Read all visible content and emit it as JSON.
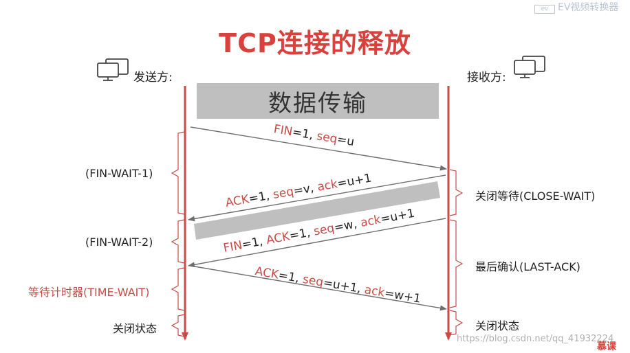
{
  "title": "TCP连接的释放",
  "sender": {
    "label": "发送方:",
    "icon": "monitor-icon"
  },
  "receiver": {
    "label": "接收方:",
    "icon": "monitor-icon"
  },
  "data_transfer": "数据传输",
  "messages": [
    {
      "id": "m1",
      "parts": [
        {
          "t": "FIN",
          "kw": true
        },
        {
          "t": "=1, "
        },
        {
          "t": "seq",
          "kw": true
        },
        {
          "t": "=u"
        }
      ]
    },
    {
      "id": "m2",
      "parts": [
        {
          "t": "ACK",
          "kw": true
        },
        {
          "t": "=1, "
        },
        {
          "t": "seq",
          "kw": true
        },
        {
          "t": "=v, "
        },
        {
          "t": "ack",
          "kw": true
        },
        {
          "t": "=u+1"
        }
      ]
    },
    {
      "id": "m3",
      "parts": [
        {
          "t": "FIN",
          "kw": true
        },
        {
          "t": "=1, "
        },
        {
          "t": "ACK",
          "kw": true
        },
        {
          "t": "=1, "
        },
        {
          "t": "seq",
          "kw": true
        },
        {
          "t": "=w, "
        },
        {
          "t": "ack",
          "kw": true
        },
        {
          "t": "=u+1"
        }
      ]
    },
    {
      "id": "m4",
      "parts": [
        {
          "t": "ACK",
          "kw": true
        },
        {
          "t": "=1, "
        },
        {
          "t": "seq",
          "kw": true
        },
        {
          "t": "=u+1, "
        },
        {
          "t": "ack",
          "kw": true
        },
        {
          "t": "=w+1"
        }
      ]
    }
  ],
  "sender_states": {
    "fin_wait_1": "(FIN-WAIT-1)",
    "fin_wait_2": "(FIN-WAIT-2)",
    "time_wait": "等待计时器(TIME-WAIT)",
    "closed": "关闭状态"
  },
  "receiver_states": {
    "close_wait": "关闭等待(CLOSE-WAIT)",
    "last_ack": "最后确认(LAST-ACK)",
    "closed": "关闭状态"
  },
  "watermark": {
    "url": "https://blog.csdn.net/qq_41932224",
    "brand": "EV视频转换器",
    "brand_box": "ev",
    "mooc": "慕课"
  },
  "colors": {
    "title": "#d9413d",
    "timeline": "#c94b46",
    "keyword": "#c94b46",
    "arrow": "#6e6e6e",
    "bar": "#bfbfbf"
  }
}
